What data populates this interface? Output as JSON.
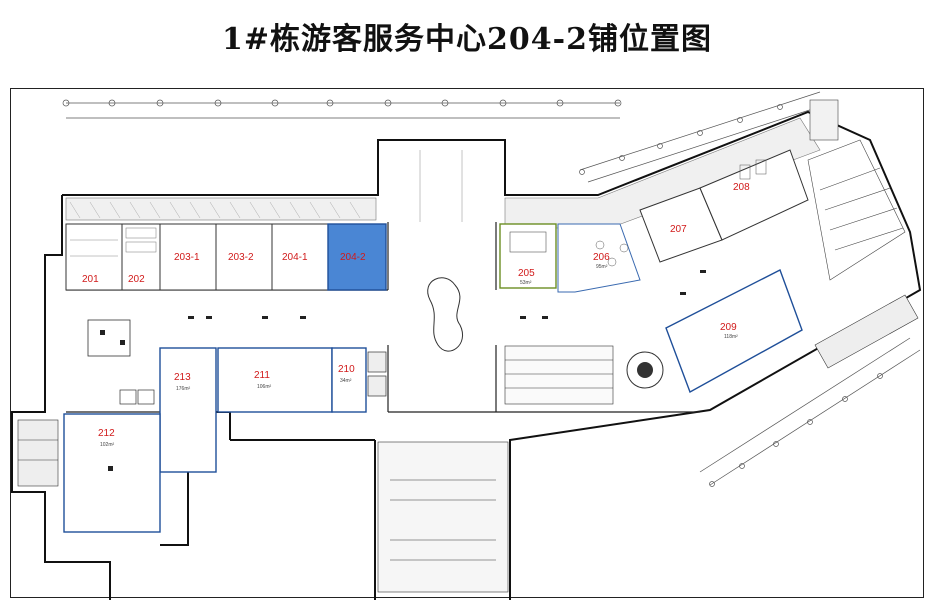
{
  "title": "1#栋游客服务中心204-2铺位置图",
  "highlight_color": "#4a86d4",
  "label_color": "#d11a1a",
  "units": [
    {
      "id": "201",
      "label": "201",
      "highlighted": false
    },
    {
      "id": "202",
      "label": "202",
      "highlighted": false
    },
    {
      "id": "203-1",
      "label": "203-1",
      "highlighted": false
    },
    {
      "id": "203-2",
      "label": "203-2",
      "highlighted": false
    },
    {
      "id": "204-1",
      "label": "204-1",
      "highlighted": false
    },
    {
      "id": "204-2",
      "label": "204-2",
      "highlighted": true
    },
    {
      "id": "205",
      "label": "205",
      "area": "53m²",
      "highlighted": false
    },
    {
      "id": "206",
      "label": "206",
      "area": "95m²",
      "highlighted": false
    },
    {
      "id": "207",
      "label": "207",
      "highlighted": false
    },
    {
      "id": "208",
      "label": "208",
      "highlighted": false
    },
    {
      "id": "209",
      "label": "209",
      "area": "118m²",
      "highlighted": false
    },
    {
      "id": "210",
      "label": "210",
      "area": "34m²",
      "highlighted": false
    },
    {
      "id": "211",
      "label": "211",
      "area": "106m²",
      "highlighted": false
    },
    {
      "id": "212",
      "label": "212",
      "area": "102m²",
      "highlighted": false
    },
    {
      "id": "213",
      "label": "213",
      "area": "176m²",
      "highlighted": false
    }
  ]
}
